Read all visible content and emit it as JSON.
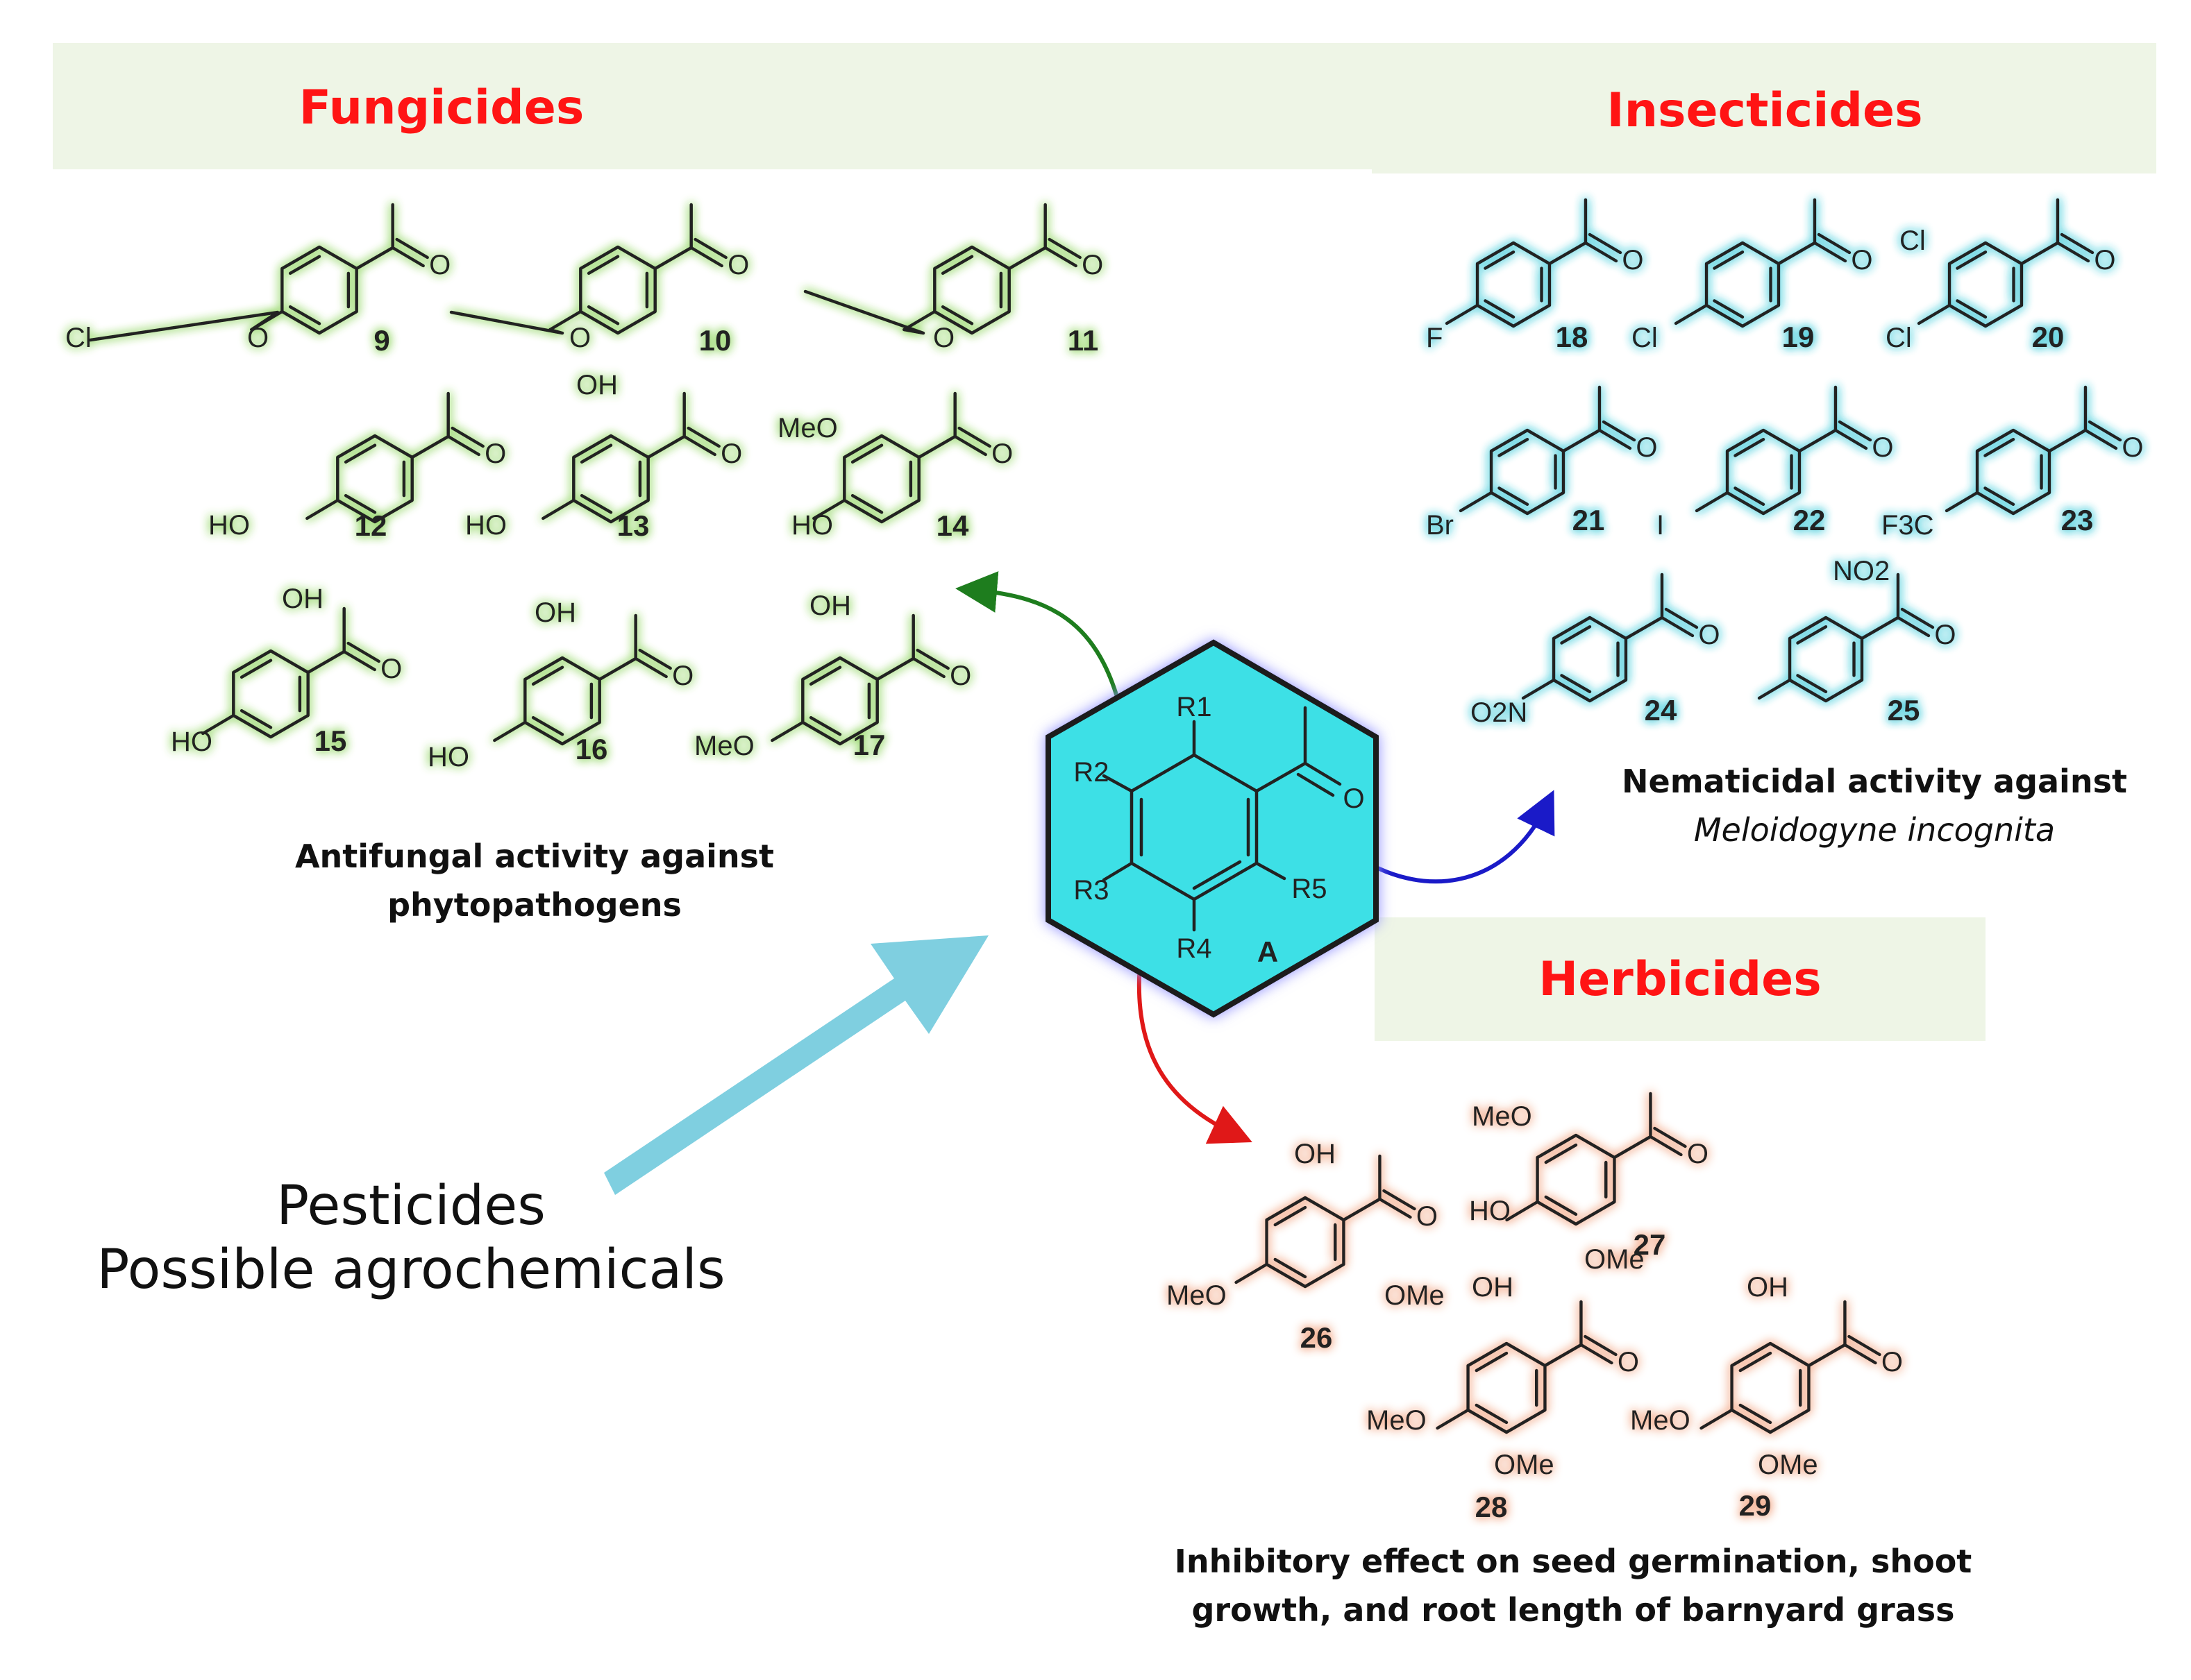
{
  "categories": {
    "fungicides": "Fungicides",
    "insecticides": "Insecticides",
    "herbicides": "Herbicides"
  },
  "captions": {
    "antifungal_line1": "Antifungal activity against",
    "antifungal_line2": "phytopathogens",
    "nematicidal_line1": "Nematicidal activity against",
    "nematicidal_line2": "Meloidogyne incognita",
    "inhibitory_line1": "Inhibitory effect on seed germination, shoot",
    "inhibitory_line2": "growth, and root length of barnyard grass"
  },
  "main_text": {
    "line1": "Pesticides",
    "line2": "Possible agrochemicals"
  },
  "core": {
    "label": "A",
    "substituents": [
      "R1",
      "R2",
      "R3",
      "R4",
      "R5"
    ],
    "atom_o": "O"
  },
  "compounds": {
    "fungicides": [
      {
        "id": "9",
        "labels": [
          "Cl",
          "O",
          "O"
        ]
      },
      {
        "id": "10",
        "labels": [
          "O",
          "O"
        ]
      },
      {
        "id": "11",
        "labels": [
          "O",
          "O"
        ]
      },
      {
        "id": "12",
        "labels": [
          "HO",
          "O"
        ]
      },
      {
        "id": "13",
        "labels": [
          "OH",
          "HO",
          "O"
        ]
      },
      {
        "id": "14",
        "labels": [
          "MeO",
          "HO",
          "O"
        ]
      },
      {
        "id": "15",
        "labels": [
          "OH",
          "HO",
          "O"
        ]
      },
      {
        "id": "16",
        "labels": [
          "OH",
          "HO",
          "O"
        ]
      },
      {
        "id": "17",
        "labels": [
          "OH",
          "MeO",
          "O"
        ]
      }
    ],
    "insecticides": [
      {
        "id": "18",
        "labels": [
          "F",
          "O"
        ]
      },
      {
        "id": "19",
        "labels": [
          "Cl",
          "O"
        ]
      },
      {
        "id": "20",
        "labels": [
          "Cl",
          "Cl",
          "O"
        ]
      },
      {
        "id": "21",
        "labels": [
          "Br",
          "O"
        ]
      },
      {
        "id": "22",
        "labels": [
          "I",
          "O"
        ]
      },
      {
        "id": "23",
        "labels": [
          "F3C",
          "O"
        ]
      },
      {
        "id": "24",
        "labels": [
          "O2N",
          "O"
        ]
      },
      {
        "id": "25",
        "labels": [
          "NO2",
          "O"
        ]
      }
    ],
    "herbicides": [
      {
        "id": "26",
        "labels": [
          "OH",
          "MeO",
          "OMe",
          "O"
        ]
      },
      {
        "id": "27",
        "labels": [
          "MeO",
          "HO",
          "OMe",
          "O"
        ]
      },
      {
        "id": "28",
        "labels": [
          "OH",
          "MeO",
          "OMe",
          "O"
        ]
      },
      {
        "id": "29",
        "labels": [
          "OH",
          "MeO",
          "OMe",
          "O"
        ]
      }
    ]
  },
  "colors": {
    "category_text": "#ff1414",
    "banner_bg": "#eef5e6",
    "fungicide_glow": "#8bd35a",
    "insecticide_glow": "#38c8d8",
    "herbicide_glow": "#f2a27e",
    "core_fill": "#3ee0e6",
    "arrow_green": "#1e7d1e",
    "arrow_blue": "#1a1ac8",
    "arrow_red": "#e01818",
    "big_arrow": "#7fcfe0"
  }
}
